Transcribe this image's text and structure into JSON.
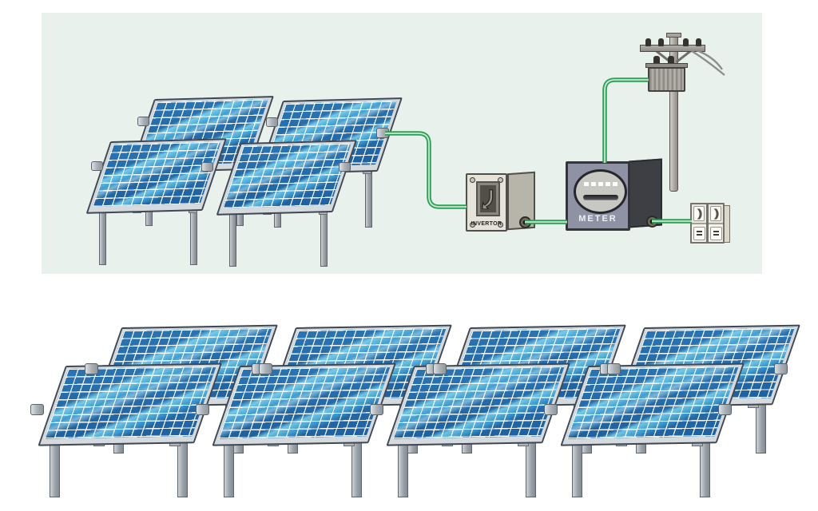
{
  "scene": {
    "description": "Solar power system diagram",
    "top_array_panel_count": 4,
    "bottom_array_panel_count": 8,
    "colors": {
      "diagram_background": "#e8f1ec",
      "page_background": "#ffffff",
      "panel_blue": "#2166a3",
      "panel_shine_cyan": "#7fd7ef",
      "wire_green": "#2aa05c",
      "metal_gray": "#a9afb5",
      "meter_face": "#8f91a5",
      "inverter_body": "#e6e3da"
    }
  },
  "devices": {
    "inverter": {
      "label": "INVERTOR"
    },
    "meter": {
      "label": "METER"
    }
  }
}
